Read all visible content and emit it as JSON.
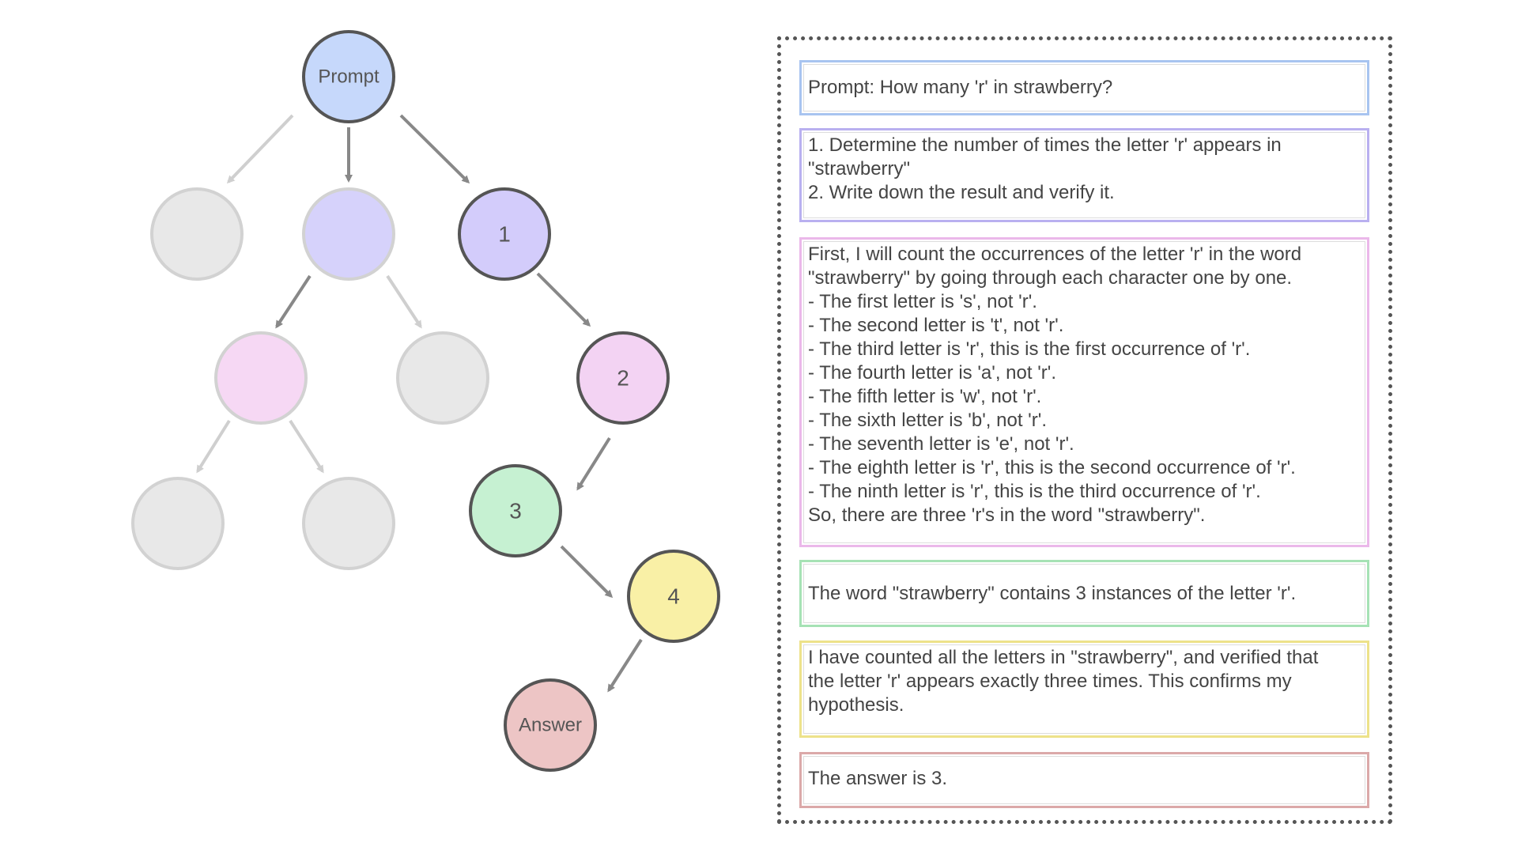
{
  "tree": {
    "root_label": "Prompt",
    "answer_label": "Answer",
    "path_labels": [
      "1",
      "2",
      "3",
      "4"
    ],
    "colors": {
      "prompt": "#c6d8fb",
      "step1": "#d3ccfb",
      "step2": "#f3d3f3",
      "step3": "#c6f1d2",
      "step4": "#f9f0a6",
      "answer": "#edc5c5",
      "inactive": "#e8e8e8",
      "inactive_purple": "#d6d2fb",
      "inactive_pink": "#f6d8f4"
    }
  },
  "steps": {
    "prompt": "Prompt: How many 'r' in strawberry?",
    "plan": "1. Determine the number of times the letter 'r' appears in\n\"strawberry\"\n2. Write down the result and verify it.",
    "count": "First, I will count the occurrences of the letter 'r' in the word\n\"strawberry\" by going through each character one by one.\n- The first letter is 's', not 'r'.\n- The second letter is 't', not 'r'.\n- The third letter is 'r', this is the first occurrence of 'r'.\n- The fourth letter is 'a', not 'r'.\n- The fifth letter is 'w', not 'r'.\n- The sixth letter is 'b', not 'r'.\n- The seventh letter is 'e', not 'r'.\n- The eighth letter is 'r', this is the second occurrence of 'r'.\n- The ninth letter is 'r', this is the third occurrence of 'r'.\nSo, there are three 'r's in the word \"strawberry\".",
    "result": "The word \"strawberry\" contains 3 instances of the letter 'r'.",
    "verify": "I have counted all the letters in \"strawberry\", and verified that\nthe letter 'r' appears exactly three times. This confirms my\nhypothesis.",
    "answer": "The answer is 3."
  },
  "box_colors": {
    "prompt": "#a8c4f0",
    "plan": "#b9b0f0",
    "count": "#ebb8ea",
    "result": "#a6e2b5",
    "verify": "#ede28a",
    "answer": "#dba9a9"
  }
}
